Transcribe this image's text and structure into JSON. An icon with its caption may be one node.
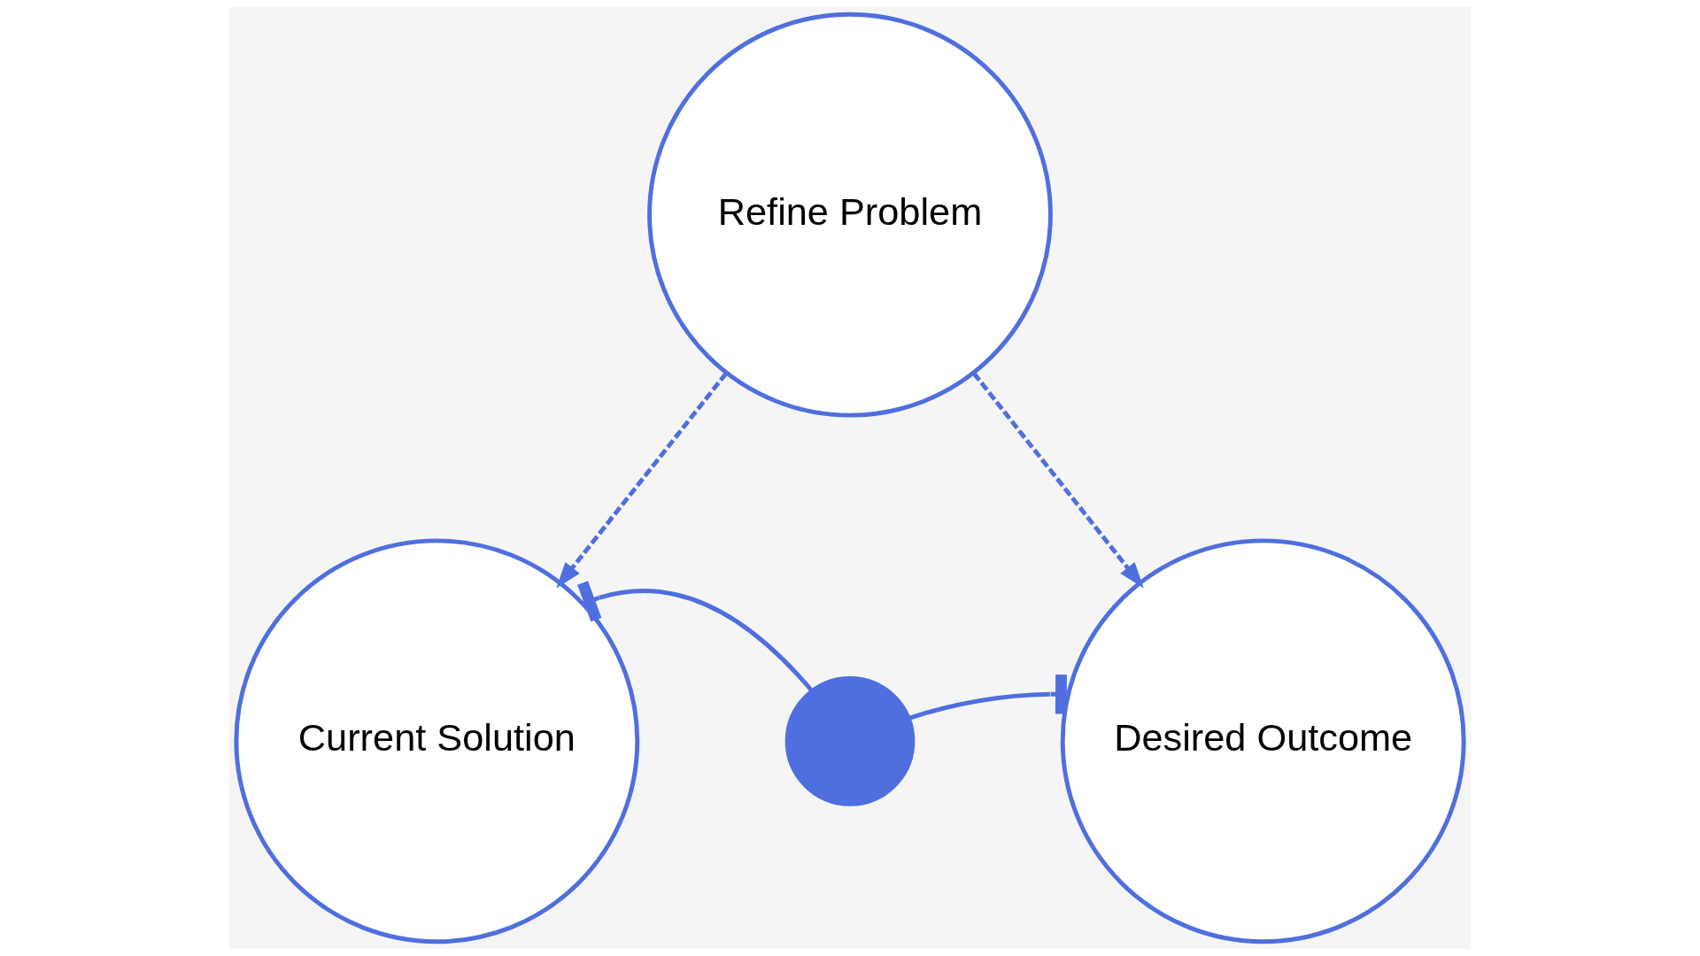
{
  "diagram": {
    "nodes": [
      {
        "text": [
          "Refine Problem"
        ]
      },
      {
        "text": [
          "Current Solution"
        ]
      },
      {
        "text": [
          "Desired Outcome"
        ]
      },
      {
        "text": [],
        "shape": "circle"
      }
    ],
    "edges": [
      {
        "from": 0,
        "to": 1,
        "arrow": "to",
        "style": "dashed"
      },
      {
        "from": 0,
        "to": 2,
        "arrow": "to",
        "style": "dashed"
      },
      {
        "from": 3,
        "to": 1,
        "arrow": "other"
      },
      {
        "from": 3,
        "to": 2,
        "arrow": "other"
      }
    ]
  }
}
